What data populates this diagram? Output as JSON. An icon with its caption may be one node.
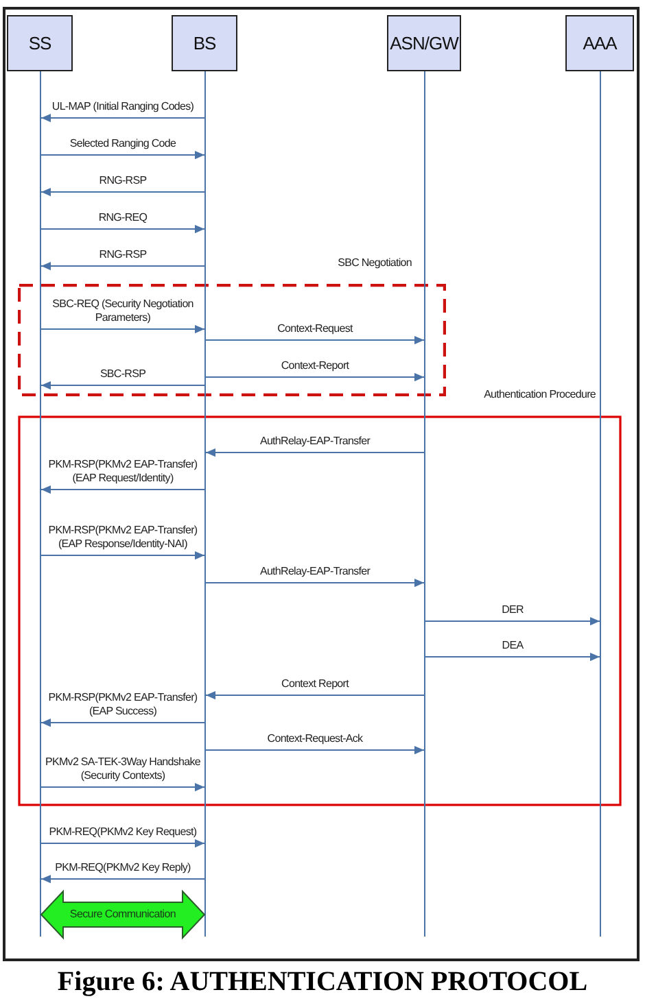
{
  "diagram": {
    "caption": "Figure 6: AUTHENTICATION PROTOCOL",
    "nodes": [
      {
        "text": [
          "SS"
        ]
      },
      {
        "text": [
          "BS"
        ]
      },
      {
        "text": [
          "ASN/GW"
        ]
      },
      {
        "text": [
          "AAA"
        ]
      },
      {
        "text": [],
        "shape": "line"
      },
      {
        "text": [],
        "shape": "line"
      },
      {
        "text": [],
        "shape": "line"
      },
      {
        "text": [],
        "shape": "line"
      }
    ],
    "edges": [
      {
        "from": 5,
        "to": 4,
        "label": "UL-MAP (Initial Ranging Codes)",
        "arrow": "to"
      },
      {
        "from": 4,
        "to": 5,
        "label": "Selected Ranging Code",
        "arrow": "to"
      },
      {
        "from": 5,
        "to": 4,
        "label": "RNG-RSP",
        "arrow": "to"
      },
      {
        "from": 4,
        "to": 5,
        "label": "RNG-REQ",
        "arrow": "to"
      },
      {
        "from": 5,
        "to": 4,
        "label": "RNG-RSP",
        "arrow": "to"
      },
      {
        "from": 4,
        "to": 5,
        "label": "SBC-REQ (Security Negotiation Parameters)",
        "arrow": "to"
      },
      {
        "from": 5,
        "to": 6,
        "label": "Context-Request",
        "arrow": "to"
      },
      {
        "from": 5,
        "to": 6,
        "label": "Context-Report",
        "arrow": "to"
      },
      {
        "from": 5,
        "to": 4,
        "label": "SBC-RSP",
        "arrow": "to"
      },
      {
        "from": 6,
        "to": 5,
        "label": "AuthRelay-EAP-Transfer",
        "arrow": "to"
      },
      {
        "from": 5,
        "to": 4,
        "label": "PKM-RSP(PKMv2 EAP-Transfer) (EAP Request/Identity)",
        "arrow": "to"
      },
      {
        "from": 4,
        "to": 5,
        "label": "PKM-RSP(PKMv2 EAP-Transfer) (EAP Response/Identity-NAI)",
        "arrow": "to"
      },
      {
        "from": 5,
        "to": 6,
        "label": "AuthRelay-EAP-Transfer",
        "arrow": "to"
      },
      {
        "from": 6,
        "to": 7,
        "label": "DER",
        "arrow": "to"
      },
      {
        "from": 6,
        "to": 7,
        "label": "DEA",
        "arrow": "to"
      },
      {
        "from": 5,
        "to": 4,
        "label": "PKM-RSP(PKMv2 EAP-Transfer) (EAP Success)",
        "arrow": "to"
      },
      {
        "from": 6,
        "to": 5,
        "label": "Context Report",
        "arrow": "to"
      },
      {
        "from": 4,
        "to": 5,
        "label": "PKMv2 SA-TEK-3Way Handshake (Security Contexts)",
        "arrow": "to"
      },
      {
        "from": 5,
        "to": 6,
        "label": "Context-Request-Ack",
        "arrow": "to"
      },
      {
        "from": 4,
        "to": 5,
        "label": "PKM-REQ(PKMv2 Key Request)",
        "arrow": "to"
      },
      {
        "from": 5,
        "to": 4,
        "label": "PKM-REQ(PKMv2 Key Reply)",
        "arrow": "to"
      },
      {
        "from": 4,
        "to": 5,
        "label": "Secure Communication",
        "arrow": "both",
        "style": "thick",
        "color": "#22ee22"
      }
    ],
    "labels": [
      "SBC Negotiation",
      "Authentication Procedure"
    ]
  }
}
